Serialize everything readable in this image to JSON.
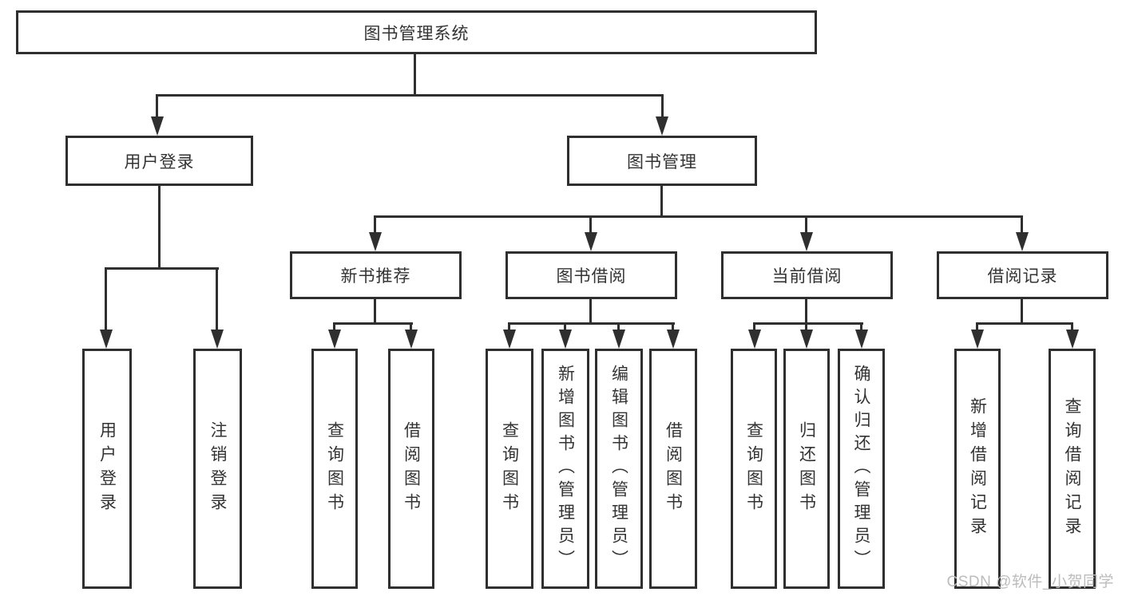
{
  "tree": {
    "label": "图书管理系统",
    "children": [
      {
        "label": "用户登录",
        "children": [
          {
            "label": "用户登录"
          },
          {
            "label": "注销登录"
          }
        ]
      },
      {
        "label": "图书管理",
        "children": [
          {
            "label": "新书推荐",
            "children": [
              {
                "label": "查询图书"
              },
              {
                "label": "借阅图书"
              }
            ]
          },
          {
            "label": "图书借阅",
            "children": [
              {
                "label": "查询图书"
              },
              {
                "label": "新增图书（管理员）"
              },
              {
                "label": "编辑图书（管理员）"
              },
              {
                "label": "借阅图书"
              }
            ]
          },
          {
            "label": "当前借阅",
            "children": [
              {
                "label": "查询图书"
              },
              {
                "label": "归还图书"
              },
              {
                "label": "确认归还（管理员）"
              }
            ]
          },
          {
            "label": "借阅记录",
            "children": [
              {
                "label": "新增借阅记录"
              },
              {
                "label": "查询借阅记录"
              }
            ]
          }
        ]
      }
    ]
  },
  "watermark": {
    "text": "CSDN @软件_小贺同学"
  },
  "colors": {
    "line": "#2f2f2f",
    "text": "#333333",
    "background": "#ffffff",
    "watermark_text": "#bcbcbc"
  }
}
